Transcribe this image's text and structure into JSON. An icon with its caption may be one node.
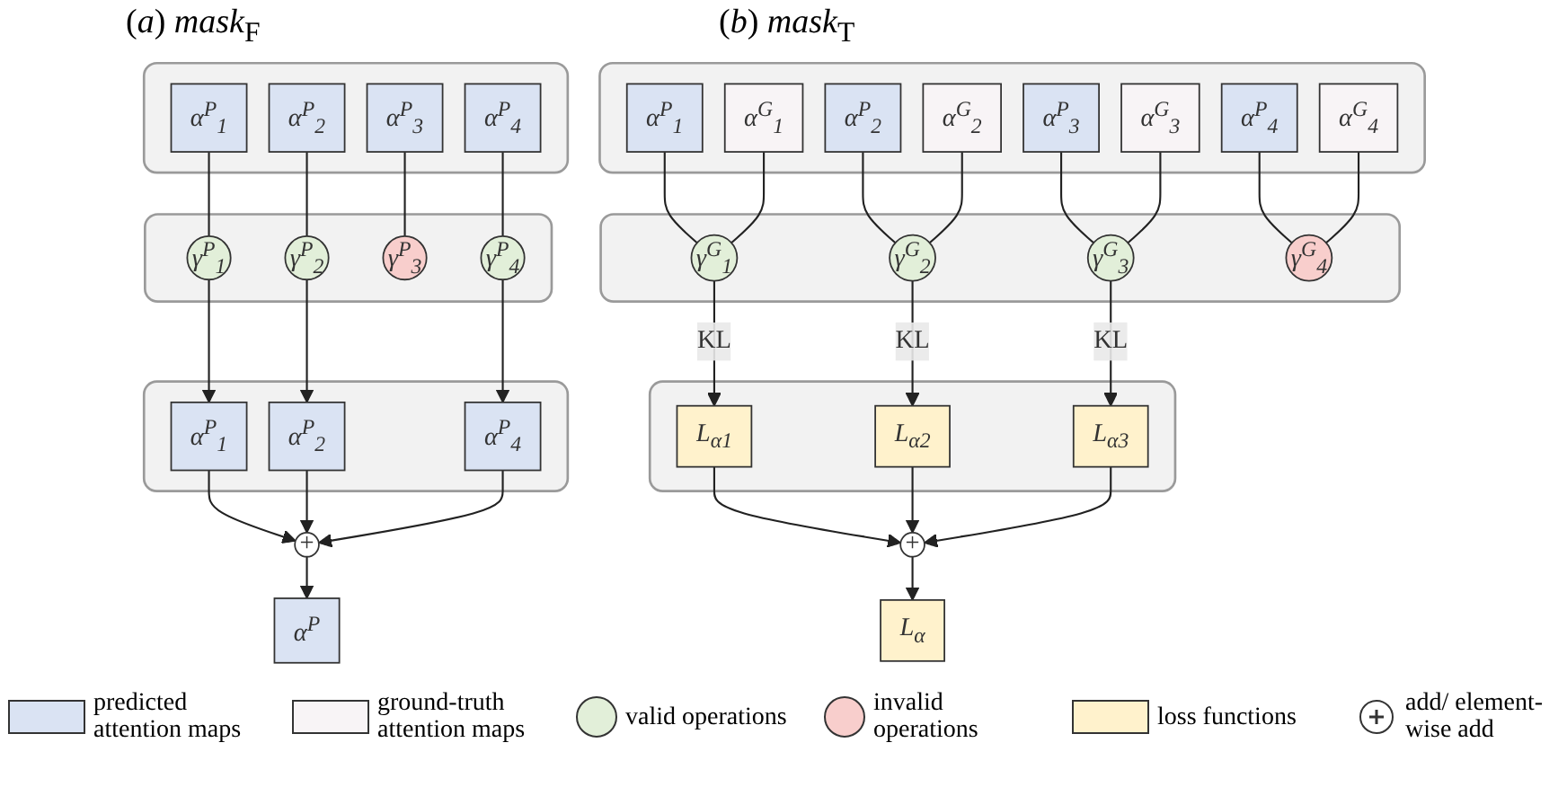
{
  "diagram": {
    "nodes": [
      {
        "text": [],
        "shape": "box"
      },
      {
        "text": [
          "α$^{P}$$_{1}$"
        ],
        "in": 0
      },
      {
        "text": [
          "α$^{P}$$_{2}$"
        ],
        "in": 0
      },
      {
        "text": [
          "α$^{P}$$_{3}$"
        ],
        "in": 0
      },
      {
        "text": [
          "α$^{P}$$_{4}$"
        ],
        "in": 0
      },
      {
        "text": [],
        "shape": "box"
      },
      {
        "text": [
          "γ$^{P}$$_{1}$"
        ],
        "in": 5
      },
      {
        "text": [
          "γ$^{P}$$_{2}$"
        ],
        "in": 5
      },
      {
        "text": [
          "γ$^{P}$$_{3}$"
        ],
        "in": 5
      },
      {
        "text": [
          "γ$^{P}$$_{4}$"
        ],
        "in": 5
      },
      {
        "text": [],
        "shape": "box"
      },
      {
        "text": [
          "α$^{P}$$_{1}$"
        ],
        "in": 10
      },
      {
        "text": [
          "α$^{P}$$_{2}$"
        ],
        "in": 10
      },
      {
        "text": [
          "α$^{P}$$_{4}$"
        ],
        "in": 10
      },
      {
        "text": [
          "+"
        ]
      },
      {
        "text": [
          "α$^{P}$"
        ]
      },
      {
        "text": [],
        "shape": "box"
      },
      {
        "text": [
          "α$^{P}$$_{1}$"
        ],
        "in": 16
      },
      {
        "text": [
          "α$^{G}$$_{1}$"
        ],
        "in": 16
      },
      {
        "text": [
          "α$^{P}$$_{2}$"
        ],
        "in": 16
      },
      {
        "text": [
          "α$^{G}$$_{2}$"
        ],
        "in": 16
      },
      {
        "text": [
          "α$^{P}$$_{3}$"
        ],
        "in": 16
      },
      {
        "text": [
          "α$^{G}$$_{3}$"
        ],
        "in": 16
      },
      {
        "text": [
          "α$^{P}$$_{4}$"
        ],
        "in": 16
      },
      {
        "text": [
          "α$^{G}$$_{4}$"
        ],
        "in": 16
      },
      {
        "text": [],
        "shape": "box"
      },
      {
        "text": [
          "γ$^{G}$$_{1}$"
        ],
        "in": 25
      },
      {
        "text": [
          "γ$^{G}$$_{2}$"
        ],
        "in": 25
      },
      {
        "text": [
          "γ$^{G}$$_{3}$"
        ],
        "in": 25
      },
      {
        "text": [
          "γ$^{G}$$_{4}$"
        ],
        "in": 25
      },
      {
        "text": [],
        "shape": "box"
      },
      {
        "text": [
          "L$_{α1}$"
        ],
        "in": 30
      },
      {
        "text": [
          "L$_{α2}$"
        ],
        "in": 30
      },
      {
        "text": [
          "L$_{α3}$"
        ],
        "in": 30
      },
      {
        "text": [
          "+"
        ]
      },
      {
        "text": [
          "L$_{α}$"
        ]
      }
    ],
    "edges": [
      {
        "from": 1,
        "to": 6,
        "arrow": "none"
      },
      {
        "from": 2,
        "to": 7,
        "arrow": "none"
      },
      {
        "from": 3,
        "to": 8,
        "arrow": "none"
      },
      {
        "from": 4,
        "to": 9,
        "arrow": "none"
      },
      {
        "from": 6,
        "to": 11,
        "arrow": "to"
      },
      {
        "from": 7,
        "to": 12,
        "arrow": "to"
      },
      {
        "from": 9,
        "to": 13,
        "arrow": "to"
      },
      {
        "from": 11,
        "to": 14,
        "arrow": "to"
      },
      {
        "from": 12,
        "to": 14,
        "arrow": "to"
      },
      {
        "from": 13,
        "to": 14,
        "arrow": "to"
      },
      {
        "from": 14,
        "to": 15,
        "arrow": "to"
      },
      {
        "from": 17,
        "to": 26,
        "arrow": "none"
      },
      {
        "from": 18,
        "to": 26,
        "arrow": "none"
      },
      {
        "from": 19,
        "to": 27,
        "arrow": "none"
      },
      {
        "from": 20,
        "to": 27,
        "arrow": "none"
      },
      {
        "from": 21,
        "to": 28,
        "arrow": "none"
      },
      {
        "from": 22,
        "to": 28,
        "arrow": "none"
      },
      {
        "from": 23,
        "to": 29,
        "arrow": "none"
      },
      {
        "from": 24,
        "to": 29,
        "arrow": "none"
      },
      {
        "from": 26,
        "to": 31,
        "arrow": "to",
        "label": "KL"
      },
      {
        "from": 27,
        "to": 32,
        "arrow": "to",
        "label": "KL"
      },
      {
        "from": 28,
        "to": 33,
        "arrow": "to",
        "label": "KL"
      },
      {
        "from": 31,
        "to": 34,
        "arrow": "to"
      },
      {
        "from": 32,
        "to": 34,
        "arrow": "to"
      },
      {
        "from": 33,
        "to": 34,
        "arrow": "to"
      },
      {
        "from": 34,
        "to": 35,
        "arrow": "to"
      }
    ],
    "labels": [
      "(*a*) *mask*$_{F}$",
      "(*b*) *mask*$_{T}$"
    ],
    "legend": [
      {
        "text": "predicted attention maps",
        "color": "#dae3f3"
      },
      {
        "text": "ground-truth attention maps",
        "color": "#f8f4f6"
      },
      {
        "text": "valid operations",
        "color": "#e2efd9"
      },
      {
        "text": "invalid operations",
        "color": "#f8cecc"
      },
      {
        "text": "loss functions",
        "color": "#fff2cc"
      },
      {
        "text": "add/ element-wise add"
      }
    ]
  }
}
